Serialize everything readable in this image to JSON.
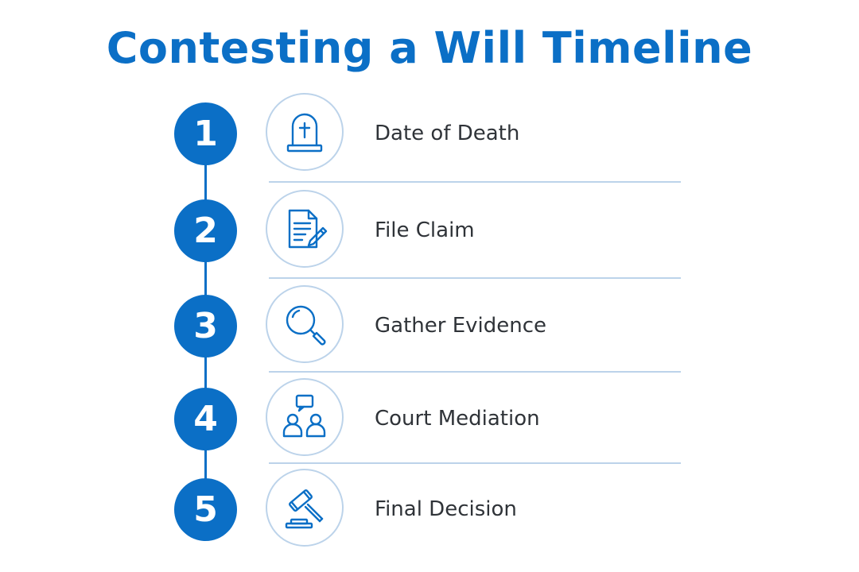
{
  "title": "Contesting a Will Timeline",
  "colors": {
    "accent": "#0b6fc6",
    "ring": "#bcd3ea",
    "text": "#2f3338"
  },
  "steps": [
    {
      "number": "1",
      "label": "Date of Death",
      "icon": "headstone-icon"
    },
    {
      "number": "2",
      "label": "File Claim",
      "icon": "document-pen-icon"
    },
    {
      "number": "3",
      "label": "Gather Evidence",
      "icon": "magnifier-icon"
    },
    {
      "number": "4",
      "label": "Court Mediation",
      "icon": "people-chat-icon"
    },
    {
      "number": "5",
      "label": "Final Decision",
      "icon": "gavel-icon"
    }
  ]
}
